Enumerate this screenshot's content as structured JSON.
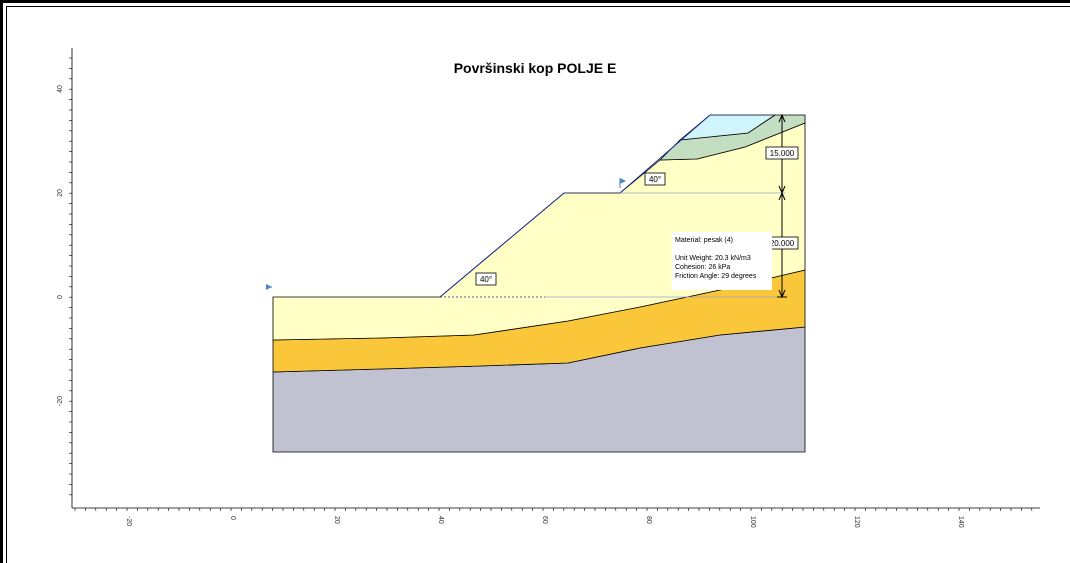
{
  "title": "Površinski kop POLJE E",
  "axes": {
    "x_ticks": [
      "-20",
      "0",
      "20",
      "40",
      "60",
      "80",
      "100",
      "120",
      "140"
    ],
    "y_ticks": [
      "40",
      "20",
      "0",
      "-20"
    ]
  },
  "annotations": {
    "angle_lower": "40°",
    "angle_upper": "40°",
    "height_upper": "15.000",
    "height_lower": "20.000"
  },
  "material_info": {
    "name": "Material: pesak (4)",
    "unit_weight": "Unit Weight: 20.3 kN/m3",
    "cohesion": "Cohesion: 26 kPa",
    "friction_angle": "Friction Angle: 29 degrees"
  },
  "colors": {
    "sand_layer": "#FFFFC6",
    "orange_layer": "#FBC73A",
    "bedrock": "#C0C2D2",
    "green_layer": "#C3DEC0",
    "water": "#CFF5FA"
  }
}
